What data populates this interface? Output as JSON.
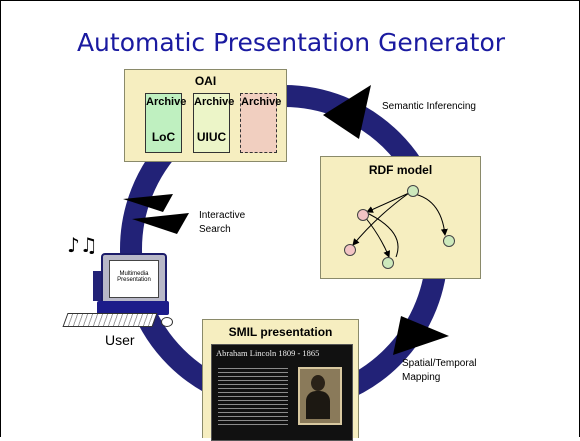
{
  "slide": {
    "title": "Automatic Presentation Generator"
  },
  "oai": {
    "title": "OAI",
    "archives": [
      {
        "header": "Archive",
        "name": "LoC",
        "color": "#bff0c0",
        "border": "solid"
      },
      {
        "header": "Archive",
        "name": "UIUC",
        "color": "#ecf5c8",
        "border": "solid"
      },
      {
        "header": "Archive",
        "name": "",
        "color": "#f1cfc0",
        "border": "dashed"
      }
    ]
  },
  "rdf": {
    "title": "RDF model"
  },
  "smil": {
    "title": "SMIL presentation",
    "screen_title": "Abraham Lincoln 1809 - 1865"
  },
  "user": {
    "label": "User",
    "screen_text_line1": "Multimedia",
    "screen_text_line2": "Presentation"
  },
  "cycle_labels": {
    "semantic": "Semantic Inferencing",
    "interactive_line1": "Interactive",
    "interactive_line2": "Search",
    "spatial_line1": "Spatial/Temporal",
    "spatial_line2": "Mapping"
  },
  "colors": {
    "title": "#1a1aa0",
    "ring": "#222277",
    "box_fill": "#f6eec0",
    "node_pink": "#f2c4c4",
    "node_green": "#cde9bc"
  }
}
